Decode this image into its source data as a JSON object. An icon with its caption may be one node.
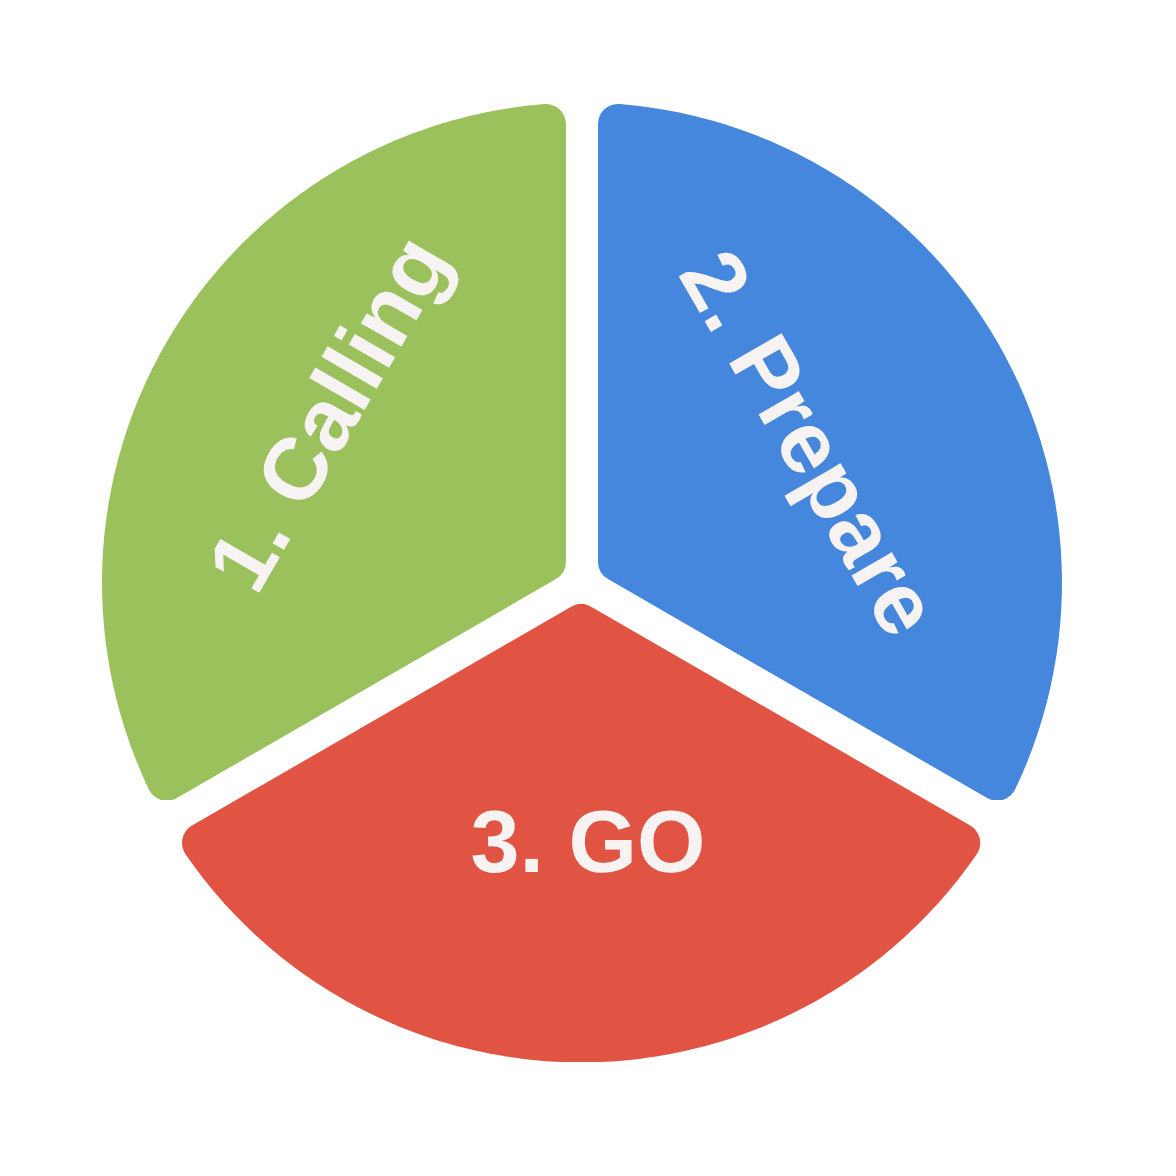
{
  "diagram": {
    "nodes": [
      {
        "text": [
          "1. Calling"
        ]
      },
      {
        "text": [
          "2. Prepare"
        ]
      },
      {
        "text": [
          "3. GO"
        ]
      }
    ]
  }
}
